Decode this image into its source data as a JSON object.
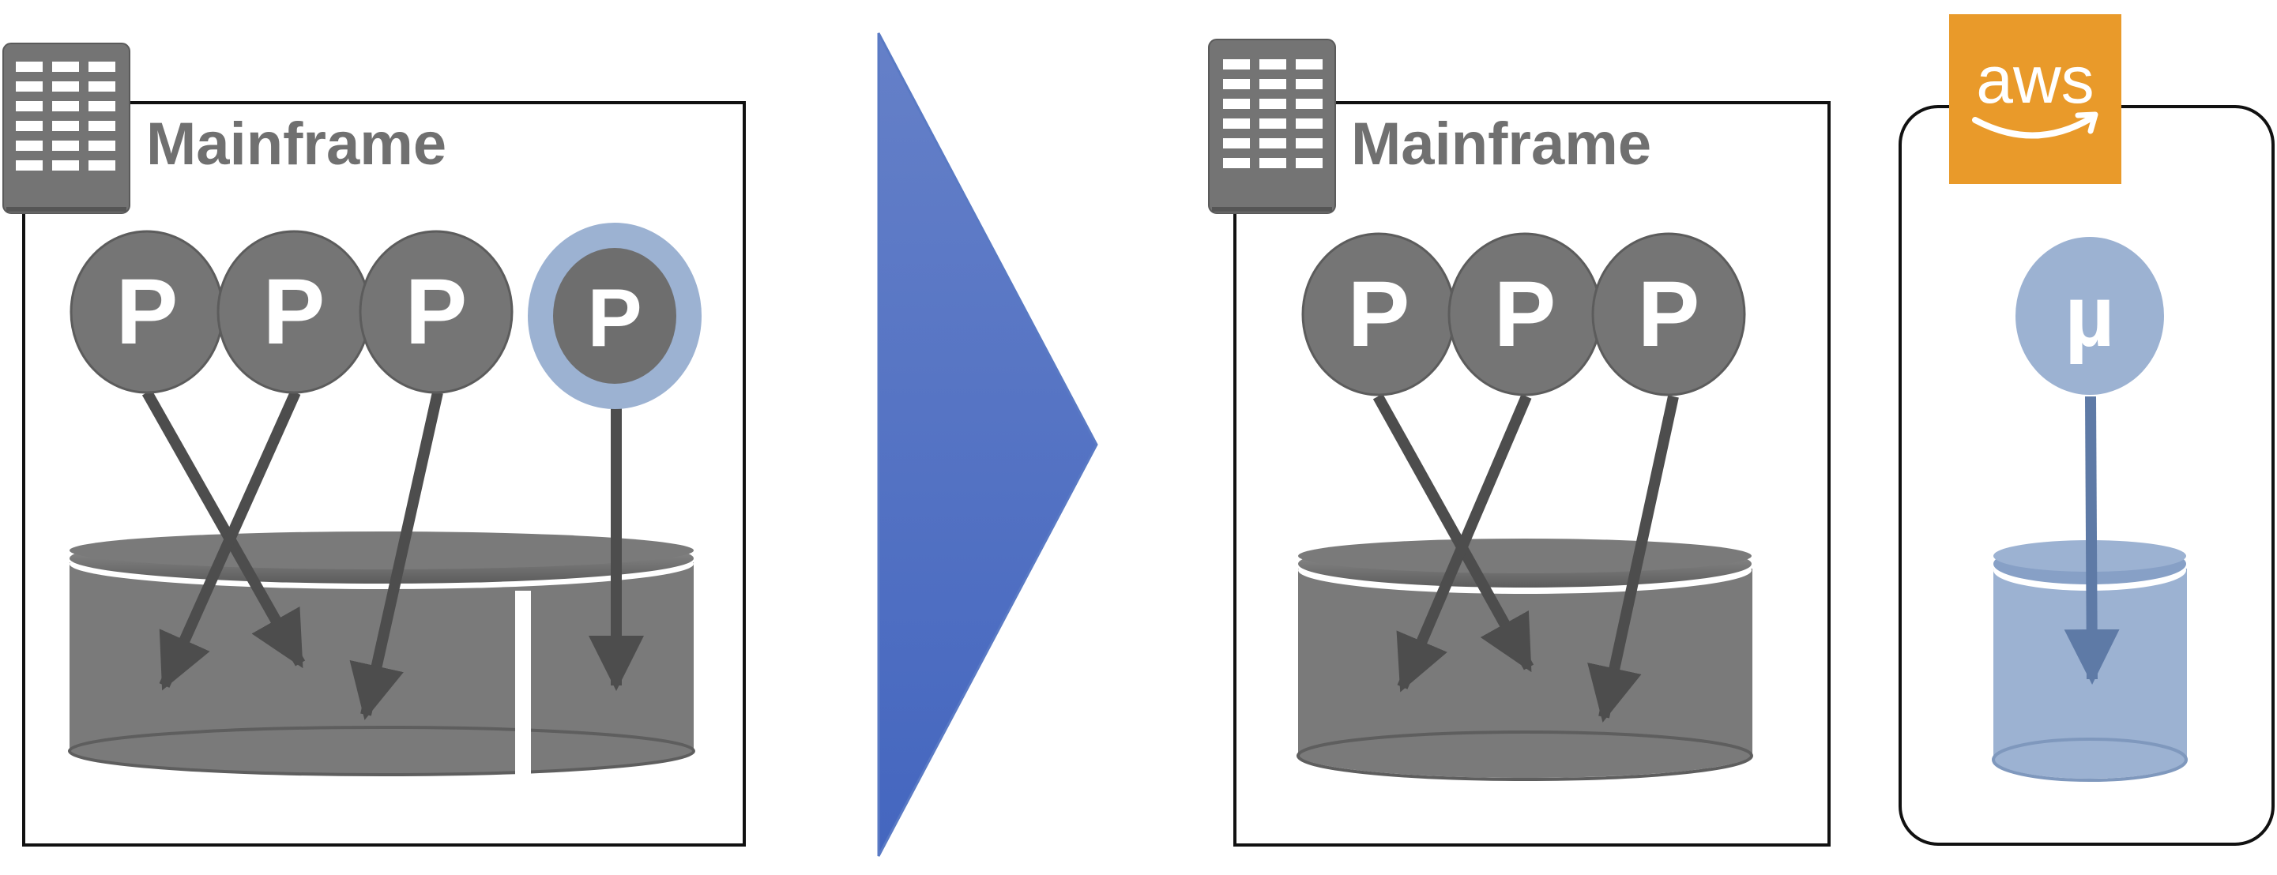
{
  "before": {
    "title": "Mainframe",
    "programs": [
      "P",
      "P",
      "P",
      "P"
    ]
  },
  "after": {
    "mainframe": {
      "title": "Mainframe",
      "programs": [
        "P",
        "P",
        "P"
      ]
    },
    "cloud": {
      "logo_text": "aws",
      "service": "µ"
    }
  },
  "colors": {
    "node_gray": "#757575",
    "arrow_gray": "#4d4d4d",
    "db_gray": "#7a7a7a",
    "highlight_blue": "#9cb2d2",
    "transition_blue": "#4e72c6",
    "aws_orange": "#e99a2a",
    "frame_black": "#111111",
    "label_gray": "#707070"
  },
  "icons": [
    "server-rack-icon",
    "aws-logo-icon",
    "transition-arrow-icon",
    "database-icon"
  ]
}
